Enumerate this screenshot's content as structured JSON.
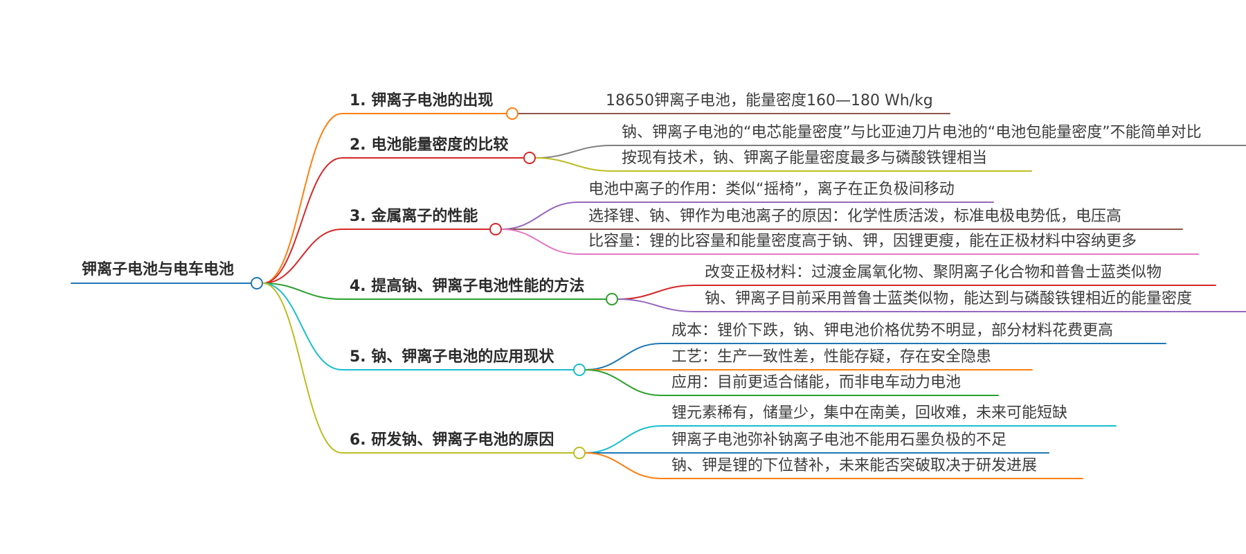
{
  "root": {
    "label": "钾离子电池与电车电池",
    "color": "#1f77b4"
  },
  "branches": [
    {
      "label": "1. 钾离子电池的出现",
      "color": "#ff7f0e",
      "children": [
        {
          "label": "18650钾离子电池，能量密度160—180 Wh/kg",
          "color": "#8c564b"
        }
      ]
    },
    {
      "label": "2. 电池能量密度的比较",
      "color": "#d62728",
      "children": [
        {
          "label": "钠、钾离子电池的“电芯能量密度”与比亚迪刀片电池的“电池包能量密度”不能简单对比",
          "color": "#7f7f7f"
        },
        {
          "label": "按现有技术，钠、钾离子能量密度最多与磷酸铁锂相当",
          "color": "#bcbd22"
        }
      ]
    },
    {
      "label": "3. 金属离子的性能",
      "color": "#d62728",
      "children": [
        {
          "label": "电池中离子的作用：类似“摇椅”，离子在正负极间移动",
          "color": "#9467bd"
        },
        {
          "label": "选择锂、钠、钾作为电池离子的原因：化学性质活泼，标准电极电势低，电压高",
          "color": "#8c564b"
        },
        {
          "label": "比容量：锂的比容量和能量密度高于钠、钾，因锂更瘦，能在正极材料中容纳更多",
          "color": "#e377c2"
        }
      ]
    },
    {
      "label": "4. 提高钠、钾离子电池性能的方法",
      "color": "#2ca02c",
      "children": [
        {
          "label": "改变正极材料：过渡金属氧化物、聚阴离子化合物和普鲁士蓝类似物",
          "color": "#d62728"
        },
        {
          "label": "钠、钾离子目前采用普鲁士蓝类似物，能达到与磷酸铁锂相近的能量密度",
          "color": "#9467bd"
        }
      ]
    },
    {
      "label": "5. 钠、钾离子电池的应用现状",
      "color": "#17becf",
      "children": [
        {
          "label": "成本：锂价下跌，钠、钾电池价格优势不明显，部分材料花费更高",
          "color": "#1f77b4"
        },
        {
          "label": "工艺：生产一致性差，性能存疑，存在安全隐患",
          "color": "#ff7f0e"
        },
        {
          "label": "应用：目前更适合储能，而非电车动力电池",
          "color": "#2ca02c"
        }
      ]
    },
    {
      "label": "6. 研发钠、钾离子电池的原因",
      "color": "#bcbd22",
      "children": [
        {
          "label": "锂元素稀有，储量少，集中在南美，回收难，未来可能短缺",
          "color": "#17becf"
        },
        {
          "label": "钾离子电池弥补钠离子电池不能用石墨负极的不足",
          "color": "#1f77b4"
        },
        {
          "label": "钠、钾是锂的下位替补，未来能否突破取决于研发进展",
          "color": "#ff7f0e"
        }
      ]
    }
  ]
}
